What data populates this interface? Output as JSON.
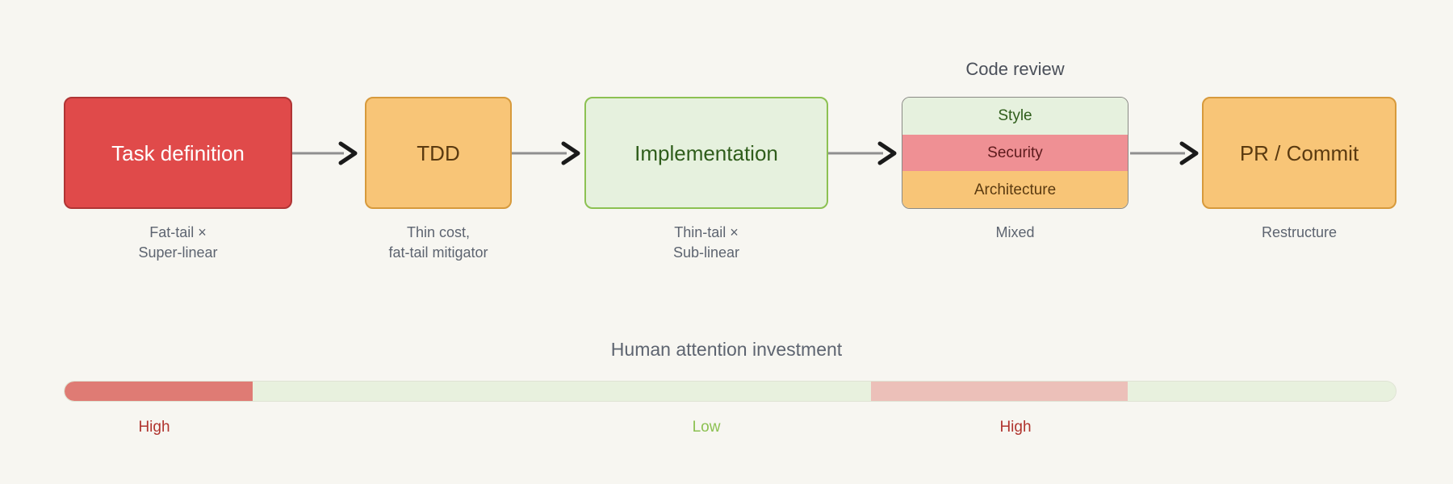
{
  "palette": {
    "background": "#f7f6f1",
    "red_fill": "#e04a4a",
    "red_stroke": "#b03535",
    "orange_fill": "#f8c577",
    "orange_stroke": "#d79a3c",
    "green_fill": "#e6f1de",
    "green_stroke": "#8cc152",
    "pink_fill": "#ef9094",
    "bar_red": "#df7b74",
    "bar_pink": "#ecc0b9",
    "bar_green": "#e8f1de",
    "caption_text": "#5d6470",
    "high_text": "#b0342e",
    "low_text": "#8cc152",
    "arrow_line": "#8f8f8f",
    "arrow_head": "#1a1a1a"
  },
  "flow": {
    "nodes": [
      {
        "id": "task-definition",
        "label": "Task definition",
        "caption": "Fat-tail ×\nSuper-linear",
        "title": "",
        "type": "simple",
        "fill": "#e04a4a",
        "stroke": "#b03535",
        "text_color": "#ffffff"
      },
      {
        "id": "tdd",
        "label": "TDD",
        "caption": "Thin cost,\nfat-tail mitigator",
        "title": "",
        "type": "simple",
        "fill": "#f8c577",
        "stroke": "#d79a3c",
        "text_color": "#5a3a10"
      },
      {
        "id": "implementation",
        "label": "Implementation",
        "caption": "Thin-tail ×\nSub-linear",
        "title": "",
        "type": "simple",
        "fill": "#e6f1de",
        "stroke": "#8cc152",
        "text_color": "#2f5d1b"
      },
      {
        "id": "code-review",
        "label": "",
        "caption": "Mixed",
        "title": "Code review",
        "type": "stacked",
        "rows": [
          {
            "label": "Style",
            "fill": "#e6f1de",
            "text_color": "#2f5d1b"
          },
          {
            "label": "Security",
            "fill": "#ef9094",
            "text_color": "#5c1a1c"
          },
          {
            "label": "Architecture",
            "fill": "#f8c577",
            "text_color": "#5a3a10"
          }
        ]
      },
      {
        "id": "pr-commit",
        "label": "PR / Commit",
        "caption": "Restructure",
        "title": "",
        "type": "simple",
        "fill": "#f8c577",
        "stroke": "#d79a3c",
        "text_color": "#5a3a10"
      }
    ],
    "connectors": [
      {
        "from": "task-definition",
        "to": "tdd"
      },
      {
        "from": "tdd",
        "to": "implementation"
      },
      {
        "from": "implementation",
        "to": "code-review"
      },
      {
        "from": "code-review",
        "to": "pr-commit"
      }
    ]
  },
  "attention": {
    "title": "Human attention investment",
    "segments": [
      {
        "id": "seg-task",
        "level": "High",
        "color": "#df7b74",
        "label_color": "#b0342e",
        "start_pct": 0.0,
        "end_pct": 14.1
      },
      {
        "id": "seg-middle",
        "level": "Low",
        "color": "#e8f1de",
        "label_color": "#8cc152",
        "start_pct": 14.1,
        "end_pct": 60.5
      },
      {
        "id": "seg-code-review",
        "level": "High",
        "color": "#ecc0b9",
        "label_color": "#b0342e",
        "start_pct": 60.5,
        "end_pct": 79.8
      },
      {
        "id": "seg-tail",
        "level": "",
        "color": "#e8f1de",
        "label_color": "",
        "start_pct": 79.8,
        "end_pct": 100.0
      }
    ],
    "labels": [
      {
        "text": "High",
        "color": "#b0342e",
        "center_pct": 8.5
      },
      {
        "text": "Low",
        "color": "#8cc152",
        "center_pct": 48.2
      },
      {
        "text": "High",
        "color": "#b0342e",
        "center_pct": 71.5
      }
    ]
  }
}
